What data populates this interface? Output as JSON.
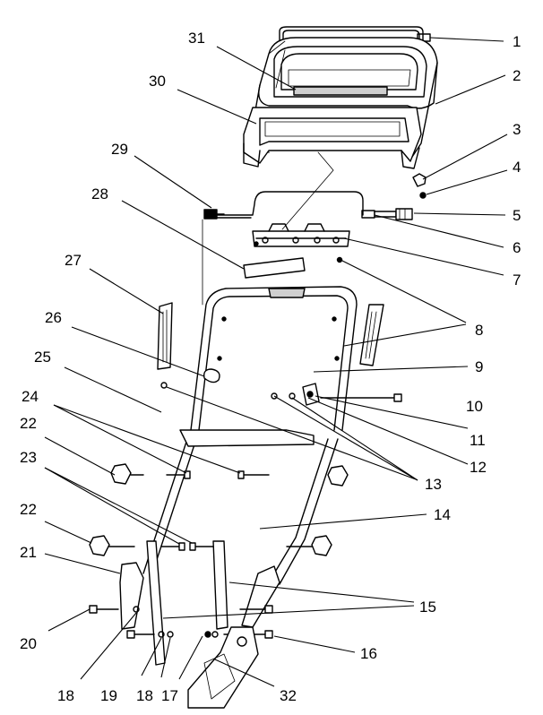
{
  "callouts": [
    {
      "id": "1",
      "text": "1"
    },
    {
      "id": "2",
      "text": "2"
    },
    {
      "id": "3",
      "text": "3"
    },
    {
      "id": "4",
      "text": "4"
    },
    {
      "id": "5",
      "text": "5"
    },
    {
      "id": "6",
      "text": "6"
    },
    {
      "id": "7",
      "text": "7"
    },
    {
      "id": "8",
      "text": "8"
    },
    {
      "id": "9",
      "text": "9"
    },
    {
      "id": "10",
      "text": "10"
    },
    {
      "id": "11",
      "text": "11"
    },
    {
      "id": "12",
      "text": "12"
    },
    {
      "id": "13",
      "text": "13"
    },
    {
      "id": "14",
      "text": "14"
    },
    {
      "id": "15",
      "text": "15"
    },
    {
      "id": "16",
      "text": "16"
    },
    {
      "id": "17",
      "text": "17"
    },
    {
      "id": "18a",
      "text": "18"
    },
    {
      "id": "18b",
      "text": "18"
    },
    {
      "id": "19",
      "text": "19"
    },
    {
      "id": "20",
      "text": "20"
    },
    {
      "id": "21",
      "text": "21"
    },
    {
      "id": "22a",
      "text": "22"
    },
    {
      "id": "22b",
      "text": "22"
    },
    {
      "id": "23",
      "text": "23"
    },
    {
      "id": "24",
      "text": "24"
    },
    {
      "id": "25",
      "text": "25"
    },
    {
      "id": "26",
      "text": "26"
    },
    {
      "id": "27",
      "text": "27"
    },
    {
      "id": "28",
      "text": "28"
    },
    {
      "id": "29",
      "text": "29"
    },
    {
      "id": "30",
      "text": "30"
    },
    {
      "id": "31",
      "text": "31"
    },
    {
      "id": "32",
      "text": "32"
    }
  ]
}
